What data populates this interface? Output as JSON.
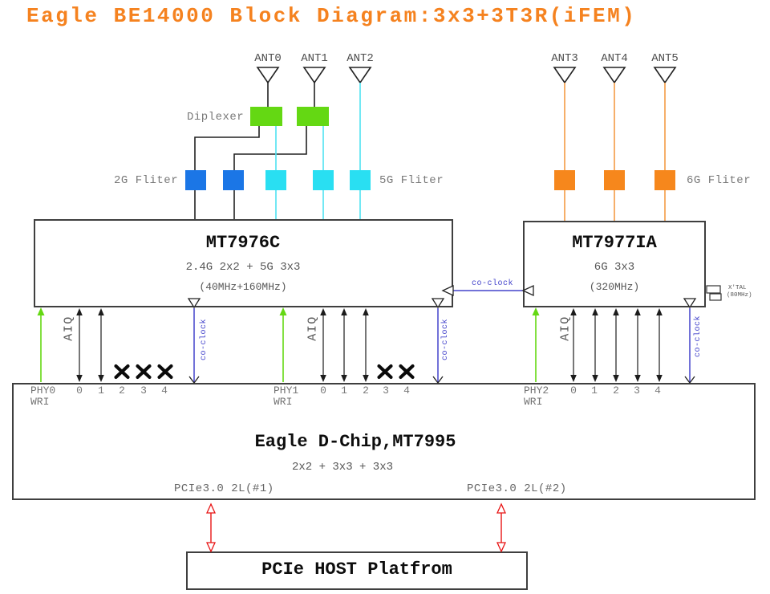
{
  "title": "Eagle BE14000 Block Diagram:3x3+3T3R(iFEM)",
  "antennas": [
    "ANT0",
    "ANT1",
    "ANT2",
    "ANT3",
    "ANT4",
    "ANT5"
  ],
  "front_end": {
    "diplexer_label": "Diplexer",
    "filter_2g_label": "2G Fliter",
    "filter_5g_label": "5G Fliter",
    "filter_6g_label": "6G Fliter"
  },
  "chips": {
    "mt7976c": {
      "name": "MT7976C",
      "spec": "2.4G 2x2 + 5G 3x3",
      "bandwidth": "(40MHz+160MHz)"
    },
    "mt7977ia": {
      "name": "MT7977IA",
      "spec": "6G 3x3",
      "bandwidth": "(320MHz)"
    },
    "dchip": {
      "name": "Eagle D-Chip,MT7995",
      "spec": "2x2 + 3x3 + 3x3",
      "pcie1_label": "PCIe3.0 2L(#1)",
      "pcie2_label": "PCIe3.0 2L(#2)"
    },
    "host": {
      "name": "PCIe HOST Platfrom"
    }
  },
  "signals": {
    "co_clock": "co-clock",
    "aiq": "AIQ",
    "xtal_name": "X'TAL",
    "xtal_freq": "(80MHz)"
  },
  "phys": [
    {
      "name": "PHY0",
      "sub": "WRI",
      "chains": [
        "0",
        "1",
        "2",
        "3",
        "4"
      ],
      "disabled_chains": [
        "2",
        "3",
        "4"
      ]
    },
    {
      "name": "PHY1",
      "sub": "WRI",
      "chains": [
        "0",
        "1",
        "2",
        "3",
        "4"
      ],
      "disabled_chains": [
        "3",
        "4"
      ]
    },
    {
      "name": "PHY2",
      "sub": "WRI",
      "chains": [
        "0",
        "1",
        "2",
        "3",
        "4"
      ],
      "disabled_chains": []
    }
  ],
  "colors": {
    "title_orange": "#F5821F",
    "diplexer_green": "#64D813",
    "filter_2g_blue": "#1B76E6",
    "filter_5g_cyan": "#29DFF2",
    "filter_6g_orange": "#F6871C",
    "co_clock_blue": "#4343CB",
    "pcie_red": "#E81515",
    "wire_black": "#222222"
  }
}
